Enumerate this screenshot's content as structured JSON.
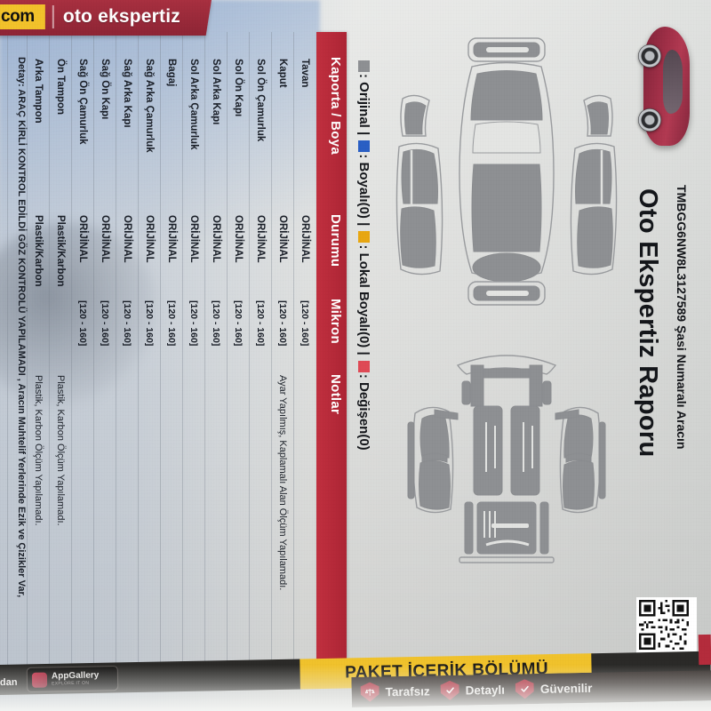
{
  "header": {
    "com_chip": "com",
    "banner_title_1": "oto",
    "banner_title_2": "ekspertiz"
  },
  "report": {
    "vin_line": "TMBGG6NW8L3127589 Şasi Numaralı Aracın",
    "title": "Oto Ekspertiz Raporu"
  },
  "legend": {
    "orijinal": ": Orijinal |",
    "boyali": ": Boyalı(0) |",
    "lokal_boyali": ": Lokal Boyalı(0) |",
    "degisen": ": Değişen(0)",
    "color_orijinal": "#8e9093",
    "color_boyali": "#2a5fc4",
    "color_lokal": "#e8a712",
    "color_degisen": "#df4a55"
  },
  "table": {
    "headers": [
      "Kaporta / Boya",
      "Durumu",
      "Mikron",
      "Notlar"
    ],
    "rows": [
      {
        "part": "Tavan",
        "durum": "ORİJİNAL",
        "mikron": "[120 - 160]",
        "not": ""
      },
      {
        "part": "Kaput",
        "durum": "ORİJİNAL",
        "mikron": "[120 - 160]",
        "not": "Ayar Yapılmış, Kaplamalı Alan Ölçüm Yapılamadı."
      },
      {
        "part": "Sol Ön Çamurluk",
        "durum": "ORİJİNAL",
        "mikron": "[120 - 160]",
        "not": ""
      },
      {
        "part": "Sol Ön Kapı",
        "durum": "ORİJİNAL",
        "mikron": "[120 - 160]",
        "not": ""
      },
      {
        "part": "Sol Arka Kapı",
        "durum": "ORİJİNAL",
        "mikron": "[120 - 160]",
        "not": ""
      },
      {
        "part": "Sol Arka Çamurluk",
        "durum": "ORİJİNAL",
        "mikron": "[120 - 160]",
        "not": ""
      },
      {
        "part": "Bagaj",
        "durum": "ORİJİNAL",
        "mikron": "[120 - 160]",
        "not": ""
      },
      {
        "part": "Sağ Arka Çamurluk",
        "durum": "ORİJİNAL",
        "mikron": "[120 - 160]",
        "not": ""
      },
      {
        "part": "Sağ Arka Kapı",
        "durum": "ORİJİNAL",
        "mikron": "[120 - 160]",
        "not": ""
      },
      {
        "part": "Sağ Ön Kapı",
        "durum": "ORİJİNAL",
        "mikron": "[120 - 160]",
        "not": ""
      },
      {
        "part": "Sağ Ön Çamurluk",
        "durum": "ORİJİNAL",
        "mikron": "[120 - 160]",
        "not": ""
      },
      {
        "part": "Ön Tampon",
        "durum": "Plastik/Karbon",
        "mikron": "",
        "not": "Plastik, Karbon Ölçüm Yapılamadı."
      },
      {
        "part": "Arka Tampon",
        "durum": "Plastik/Karbon",
        "mikron": "",
        "not": "Plastik, Karbon Ölçüm Yapılamadı."
      }
    ],
    "detail_row": "Detay: ARAÇ KİRLİ KONTROL EDİLDİ GÖZ KONTROLÜ YAPILAMADI , Aracın Muhtelif Yerlerinde Ezik ve Çizikler Var,"
  },
  "footer": {
    "packet_label": "PAKET İÇERİK BÖLÜMÜ",
    "dan_text": "dan",
    "appgallery_title": "AppGallery",
    "appgallery_sub": "EXPLORE IT ON",
    "trust": [
      {
        "label": "Tarafsız",
        "icon": "scales-icon"
      },
      {
        "label": "Detaylı",
        "icon": "check-icon"
      },
      {
        "label": "Güvenilir",
        "icon": "check-icon"
      }
    ]
  }
}
